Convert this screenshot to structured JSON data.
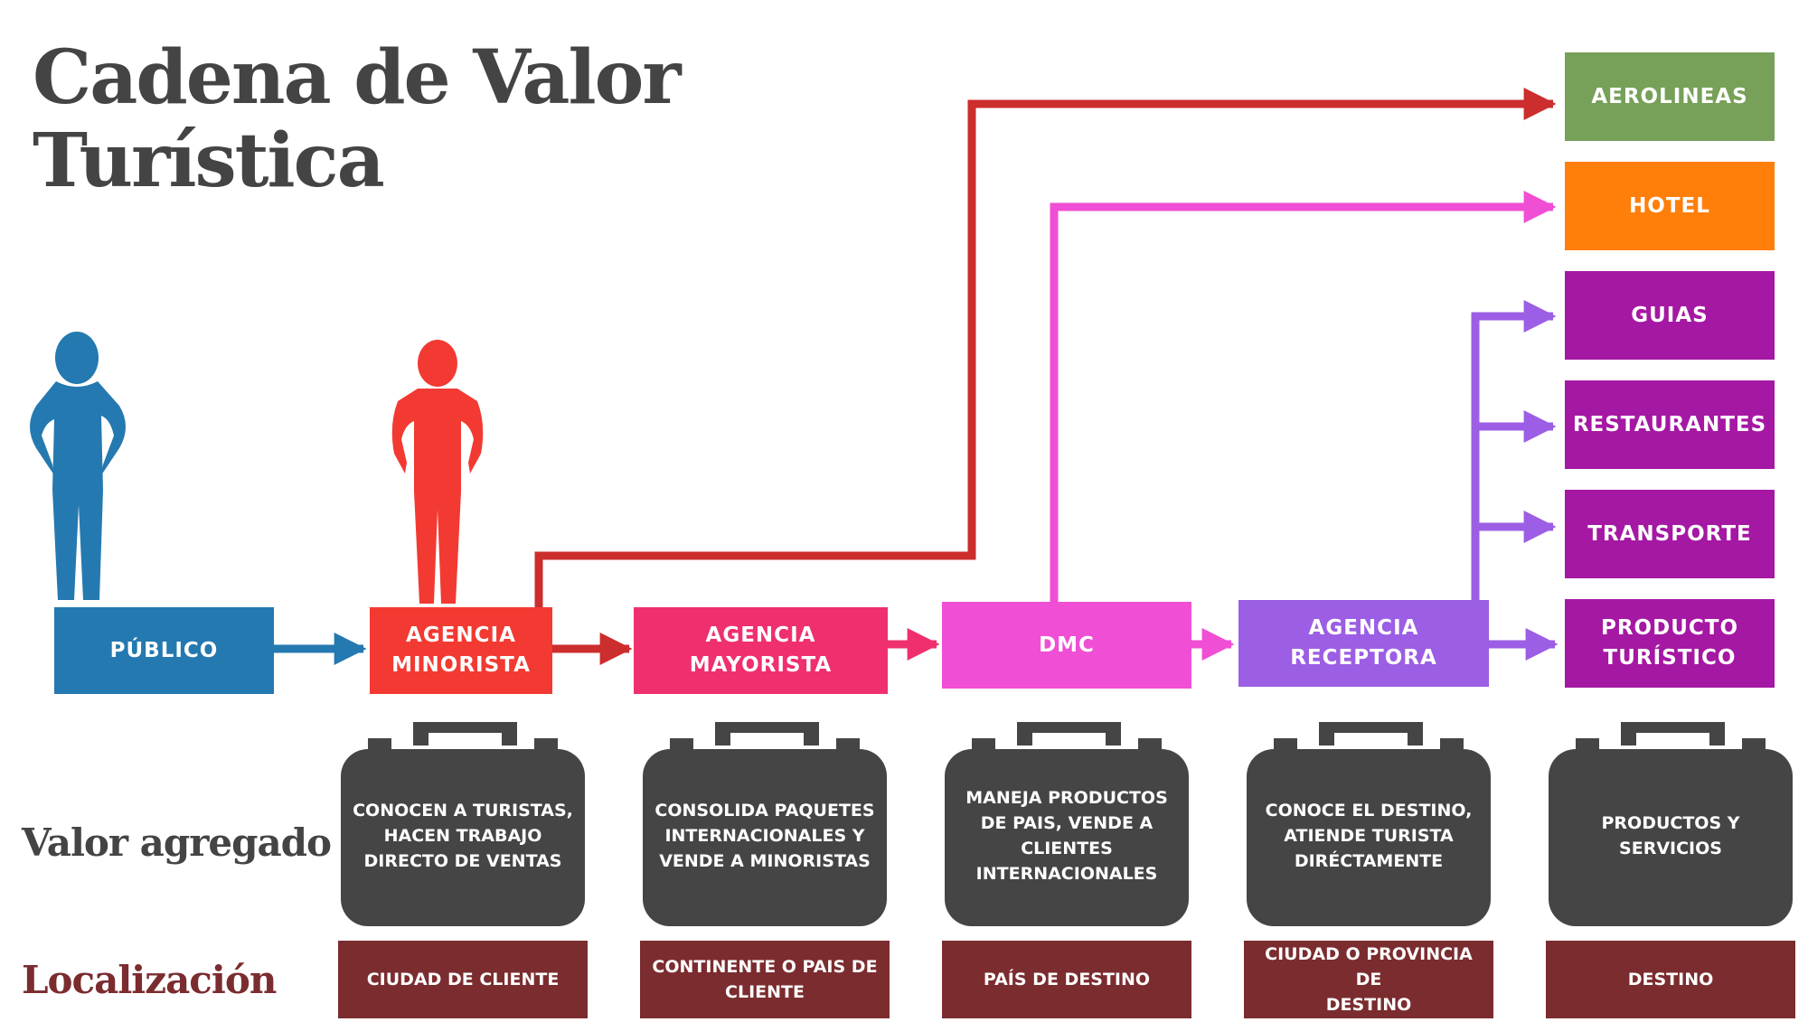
{
  "title": {
    "line1": "Cadena de Valor",
    "line2": "Turística"
  },
  "chain": [
    {
      "id": "publico",
      "label": "PÚBLICO",
      "color": "#2479b0"
    },
    {
      "id": "minorista",
      "label": "AGENCIA\nMINORISTA",
      "color": "#f23a32"
    },
    {
      "id": "mayorista",
      "label": "AGENCIA\nMAYORISTA",
      "color": "#ef2f6e"
    },
    {
      "id": "dmc",
      "label": "DMC",
      "color": "#f04ed4"
    },
    {
      "id": "receptora",
      "label": "AGENCIA\nRECEPTORA",
      "color": "#9b5ee4"
    }
  ],
  "providers": [
    {
      "id": "aerolineas",
      "label": "AEROLINEAS",
      "color": "#77a058"
    },
    {
      "id": "hotel",
      "label": "HOTEL",
      "color": "#ff7f0a"
    },
    {
      "id": "guias",
      "label": "GUIAS",
      "color": "#a518a3"
    },
    {
      "id": "restaurantes",
      "label": "RESTAURANTES",
      "color": "#a518a3"
    },
    {
      "id": "transporte",
      "label": "TRANSPORTE",
      "color": "#a518a3"
    },
    {
      "id": "producto",
      "label": "PRODUCTO\nTURÍSTICO",
      "color": "#a518a3"
    }
  ],
  "arrow_colors": {
    "publico": "#2479b0",
    "minorista": "#cc2d2d",
    "mayorista": "#ef2f6e",
    "dmc": "#f04ed4",
    "receptora": "#9b5ee4"
  },
  "value_added": {
    "label": "Valor agregado",
    "label_color": "#444444",
    "case_color": "#454545",
    "items": [
      "CONOCEN A TURISTAS,\nHACEN TRABAJO\nDIRECTO DE VENTAS",
      "CONSOLIDA PAQUETES\nINTERNACIONALES Y\nVENDE A MINORISTAS",
      "MANEJA PRODUCTOS\nDE PAIS, VENDE A\nCLIENTES\nINTERNACIONALES",
      "CONOCE EL DESTINO,\nATIENDE TURISTA\nDIRÉCTAMENTE",
      "PRODUCTOS Y\nSERVICIOS"
    ]
  },
  "location": {
    "label": "Localización",
    "label_color": "#7b2c2f",
    "items": [
      "CIUDAD DE CLIENTE",
      "CONTINENTE O PAIS DE\nCLIENTE",
      "PAÍS DE DESTINO",
      "CIUDAD O PROVINCIA DE\nDESTINO",
      "DESTINO"
    ]
  },
  "figures": [
    {
      "id": "woman",
      "color": "#2479b0"
    },
    {
      "id": "man",
      "color": "#f23a32"
    }
  ]
}
